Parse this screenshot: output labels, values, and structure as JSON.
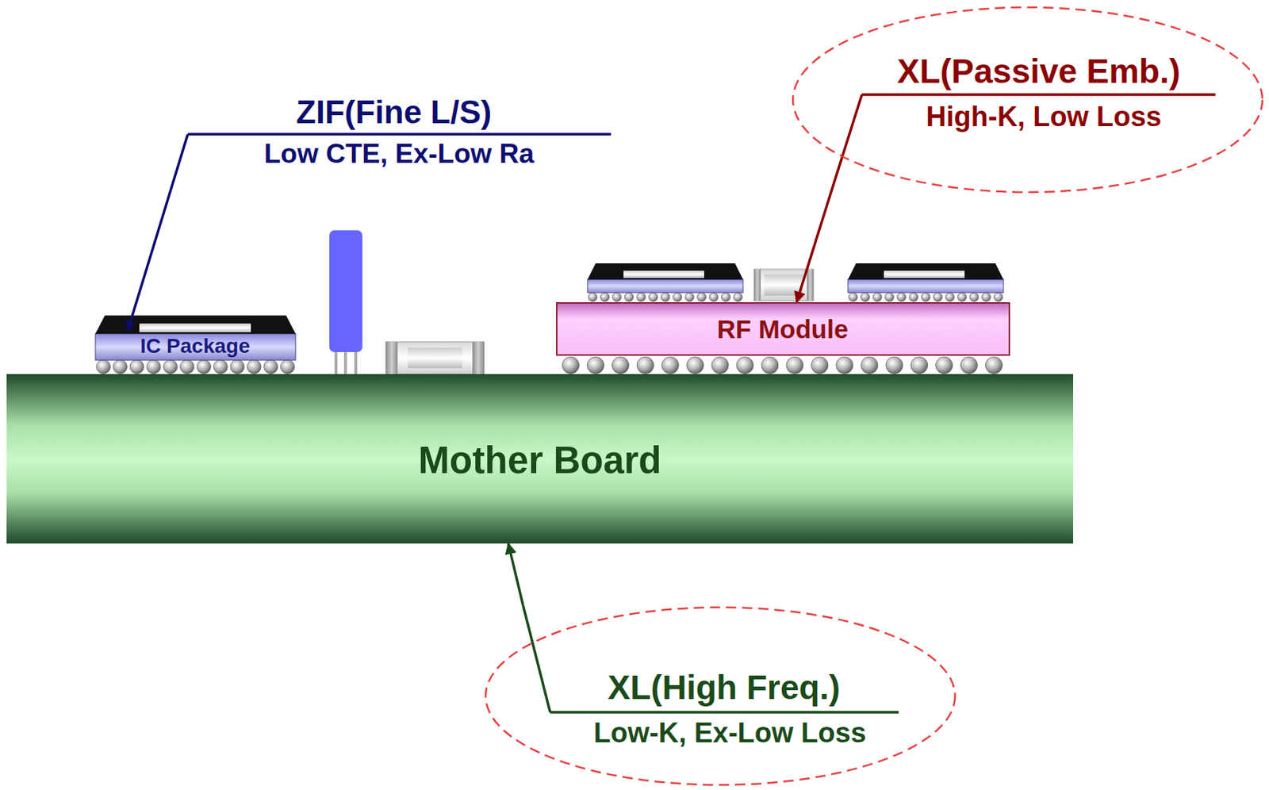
{
  "diagram": {
    "nodes": [
      {
        "text": [
          "XL(Passive Emb.)",
          "High-K, Low Loss"
        ]
      },
      {
        "text": [
          "IC Package"
        ]
      },
      {
        "text": [
          "RF Module"
        ]
      },
      {
        "text": [
          "Mother Board"
        ]
      },
      {
        "text": [
          "XL(High Freq.)",
          "Low-K, Ex-Low Loss"
        ]
      }
    ],
    "edges": [
      {
        "from": 0,
        "to": 2,
        "arrow": "to"
      },
      {
        "from": 4,
        "to": 3,
        "arrow": "to"
      }
    ],
    "labels": [
      "ZIF(Fine L/S)",
      "Low CTE, Ex-Low Ra"
    ]
  }
}
